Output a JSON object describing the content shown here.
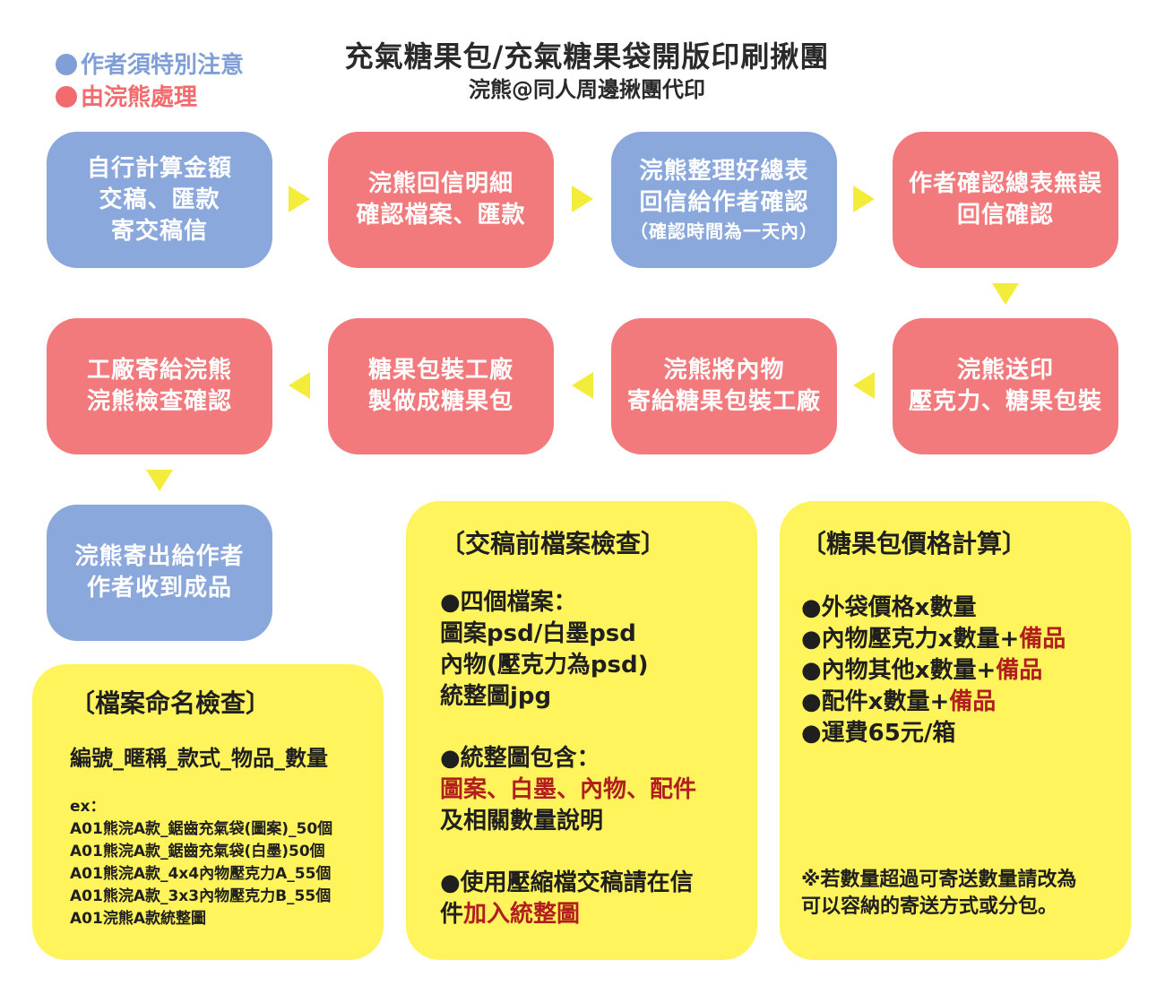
{
  "legend": {
    "blue": "作者須特別注意",
    "red": "由浣熊處理",
    "blue_color": "#7f9fd6",
    "red_color": "#f26b6e"
  },
  "header": {
    "title": "充氣糖果包/充氣糖果袋開版印刷揪團",
    "subtitle": "浣熊@同人周邊揪團代印"
  },
  "steps": [
    {
      "lines": [
        "自行計算金額",
        "交稿、匯款",
        "寄交稿信"
      ],
      "color": "blue"
    },
    {
      "lines": [
        "浣熊回信明細",
        "確認檔案、匯款"
      ],
      "color": "red"
    },
    {
      "lines": [
        "浣熊整理好總表",
        "回信給作者確認"
      ],
      "note": "（確認時間為一天內）",
      "color": "blue"
    },
    {
      "lines": [
        "作者確認總表無誤",
        "回信確認"
      ],
      "color": "red"
    },
    {
      "lines": [
        "浣熊送印",
        "壓克力、糖果包裝"
      ],
      "color": "red"
    },
    {
      "lines": [
        "浣熊將內物",
        "寄給糖果包裝工廠"
      ],
      "color": "red"
    },
    {
      "lines": [
        "糖果包裝工廠",
        "製做成糖果包"
      ],
      "color": "red"
    },
    {
      "lines": [
        "工廠寄給浣熊",
        "浣熊檢查確認"
      ],
      "color": "red"
    },
    {
      "lines": [
        "浣熊寄出給作者",
        "作者收到成品"
      ],
      "color": "blue"
    }
  ],
  "naming_panel": {
    "title": "〔檔案命名檢查〕",
    "format": "編號_暱稱_款式_物品_數量",
    "ex_label": "ex：",
    "examples": [
      "A01熊浣A款_鋸齒充氣袋(圖案)_50個",
      "A01熊浣A款_鋸齒充氣袋(白墨)50個",
      "A01熊浣A款_4x4內物壓克力A_55個",
      "A01熊浣A款_3x3內物壓克力B_55個",
      "A01浣熊A款統整圖"
    ]
  },
  "check_panel": {
    "title": "〔交稿前檔案檢查〕",
    "s1_head": "●四個檔案：",
    "s1_lines": [
      "圖案psd/白墨psd",
      "內物(壓克力為psd)",
      "統整圖jpg"
    ],
    "s2_head": "●統整圖包含：",
    "s2_red": "圖案、白墨、內物、配件",
    "s2_tail": "及相關數量說明",
    "s3_line1": "●使用壓縮檔交稿請在信",
    "s3_pre": "件",
    "s3_red": "加入統整圖"
  },
  "price_panel": {
    "title": "〔糖果包價格計算〕",
    "items": [
      {
        "text": "●外袋價格x數量",
        "extra": ""
      },
      {
        "text": "●內物壓克力x數量+",
        "extra": "備品"
      },
      {
        "text": "●內物其他x數量+",
        "extra": "備品"
      },
      {
        "text": "●配件x數量+",
        "extra": "備品"
      },
      {
        "text": "●運費65元/箱",
        "extra": ""
      }
    ],
    "note_lines": [
      "※若數量超過可寄送數量請改為",
      "可以容納的寄送方式或分包。"
    ]
  }
}
